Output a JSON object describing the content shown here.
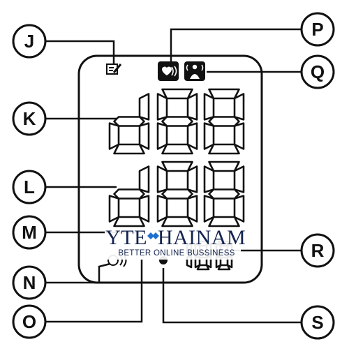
{
  "diagram": {
    "callouts": [
      {
        "id": "callout-j",
        "letter": "J"
      },
      {
        "id": "callout-k",
        "letter": "K"
      },
      {
        "id": "callout-l",
        "letter": "L"
      },
      {
        "id": "callout-m",
        "letter": "M"
      },
      {
        "id": "callout-n",
        "letter": "N"
      },
      {
        "id": "callout-o",
        "letter": "O"
      },
      {
        "id": "callout-p",
        "letter": "P"
      },
      {
        "id": "callout-q",
        "letter": "Q"
      },
      {
        "id": "callout-r",
        "letter": "R"
      },
      {
        "id": "callout-s",
        "letter": "S"
      }
    ],
    "display": {
      "top_row_digits": "d88",
      "middle_row_digits": "d88",
      "bottom_row_digits": "188",
      "icons": [
        "memo-icon",
        "heartbeat-icon",
        "movement-icon",
        "ok-icon"
      ]
    },
    "watermark": {
      "main_left": "YTE",
      "main_right": "HAINAM",
      "tagline": "BETTER ONLINE BUSSINESS",
      "color": "#14244f"
    }
  }
}
